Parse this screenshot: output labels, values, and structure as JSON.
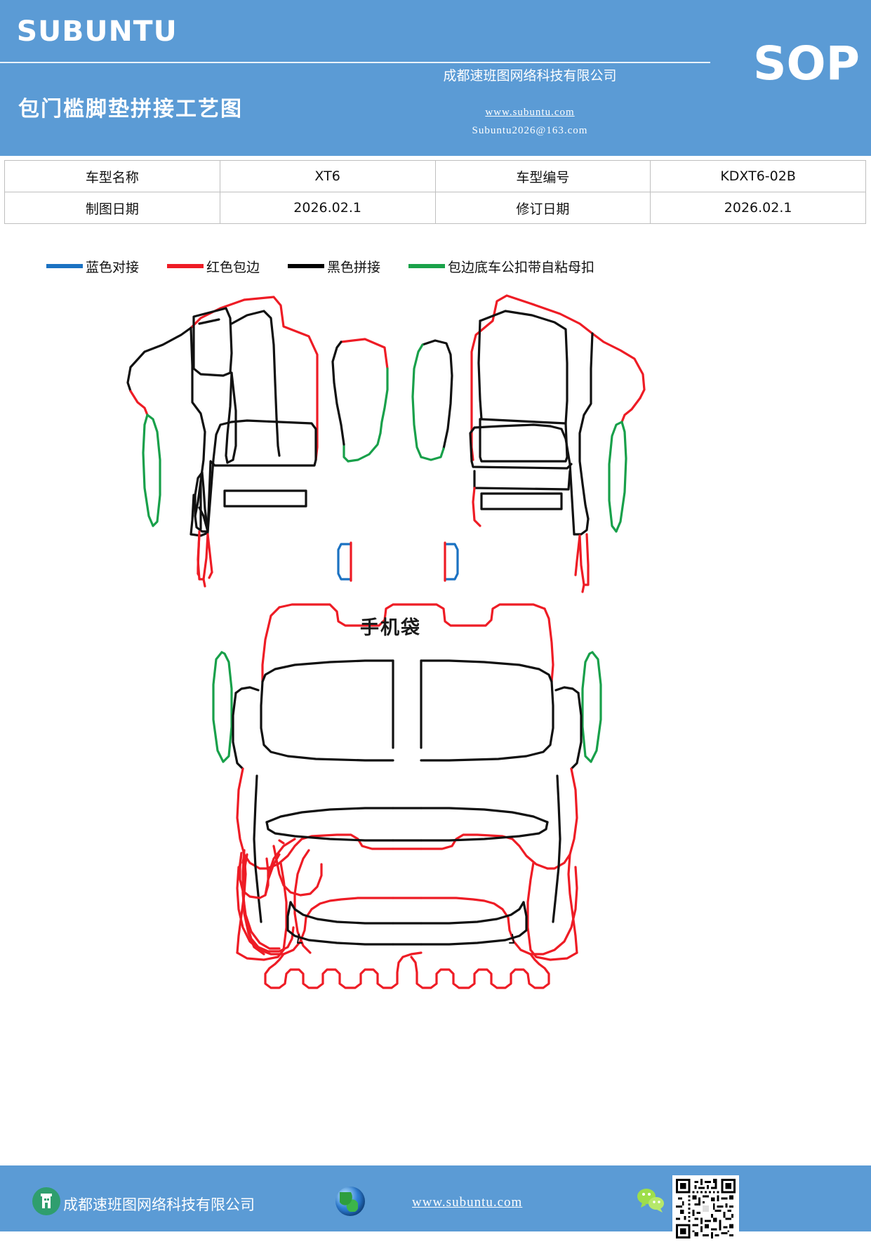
{
  "header": {
    "brand": "SUBUNTU",
    "sop_badge": "SOP",
    "doc_title": "包门槛脚垫拼接工艺图",
    "company": "成都速班图网络科技有限公司",
    "website": "www.subuntu.com",
    "email": "Subuntu2026@163.com"
  },
  "info_table": {
    "rows": [
      {
        "label_1": "车型名称",
        "value_1": "XT6",
        "label_2": "车型编号",
        "value_2": "KDXT6-02B"
      },
      {
        "label_1": "制图日期",
        "value_1": "2026.02.1",
        "label_2": "修订日期",
        "value_2": "2026.02.1"
      }
    ]
  },
  "legend": {
    "items": [
      {
        "label": "蓝色对接",
        "color": "#1b72c2"
      },
      {
        "label": "红色包边",
        "color": "#ee1c25"
      },
      {
        "label": "黑色拼接",
        "color": "#000000"
      },
      {
        "label": "包边底车公扣带自粘母扣",
        "color": "#1aa24a"
      }
    ]
  },
  "drawing": {
    "pocket_label": "手机袋",
    "colors": {
      "blue": "#1b72c2",
      "red": "#ee1c25",
      "black": "#111111",
      "green": "#18a04a"
    }
  },
  "footer": {
    "company": "成都速班图网络科技有限公司",
    "website": "www.subuntu.com"
  }
}
